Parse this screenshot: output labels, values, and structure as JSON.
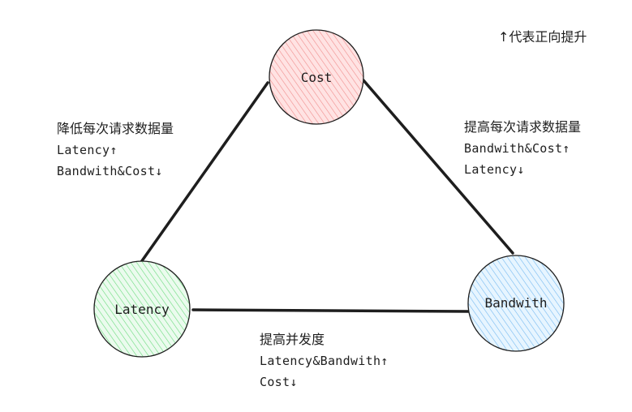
{
  "legend": "↑代表正向提升",
  "nodes": {
    "cost": {
      "label": "Cost",
      "fill": "#ffc9c9",
      "stroke": "#e03131"
    },
    "latency": {
      "label": "Latency",
      "fill": "#b2f2bb",
      "stroke": "#2f9e44"
    },
    "bandwith": {
      "label": "Bandwith",
      "fill": "#a5d8ff",
      "stroke": "#1971c2"
    }
  },
  "notes": {
    "left": {
      "title": "降低每次请求数据量",
      "line1": "Latency↑",
      "line2": "Bandwith&Cost↓"
    },
    "right": {
      "title": "提高每次请求数据量",
      "line1": "Bandwith&Cost↑",
      "line2": "Latency↓"
    },
    "bottom": {
      "title": "提高并发度",
      "line1": "Latency&Bandwith↑",
      "line2": "Cost↓"
    }
  },
  "colors": {
    "edge": "#1e1e1e",
    "text": "#1e1e1e"
  }
}
